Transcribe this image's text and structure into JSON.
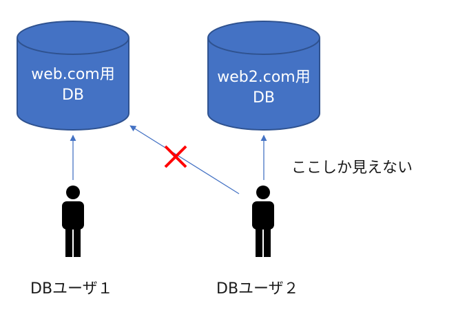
{
  "databases": [
    {
      "line1": "web.com用",
      "line2": "DB"
    },
    {
      "line1": "web2.com用",
      "line2": "DB"
    }
  ],
  "users": [
    {
      "label": "DBユーザ１"
    },
    {
      "label": "DBユーザ２"
    }
  ],
  "note": "ここしか見えない",
  "colors": {
    "cylinder_fill": "#4472C4",
    "cylinder_stroke": "#2F528F",
    "arrow": "#4472C4",
    "cross": "#FF0000",
    "person": "#000000"
  },
  "icons": [
    "person-icon",
    "database-cylinder-icon",
    "cross-mark-icon"
  ]
}
